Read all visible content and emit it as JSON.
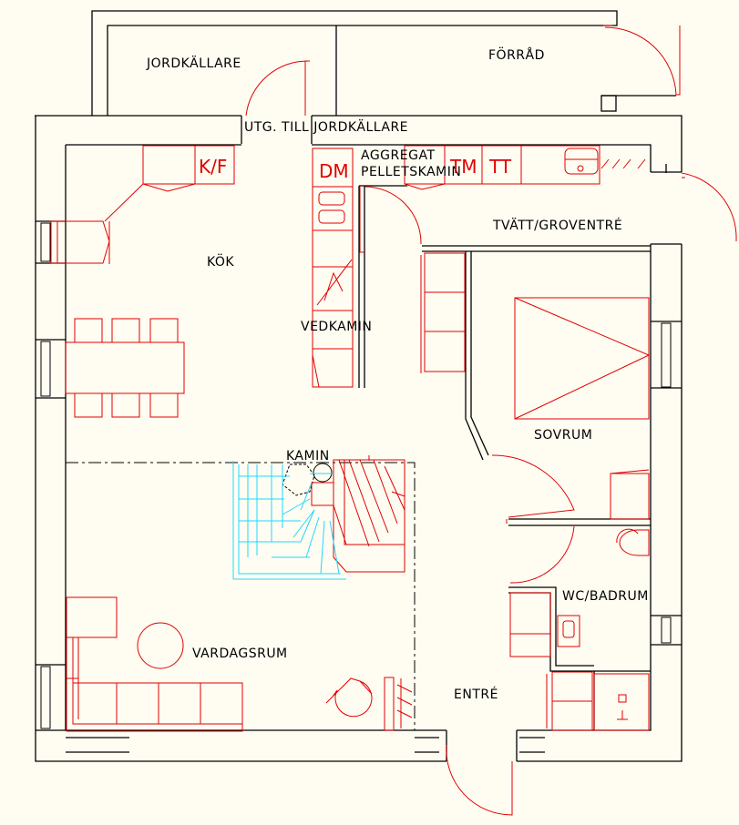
{
  "rooms": {
    "jordkallare": "JORDKÄLLARE",
    "forrad": "FÖRRÅD",
    "utg_till_jordkallare": "UTG. TILL JORDKÄLLARE",
    "aggregat": "AGGREGAT",
    "pelletskamin": "PELLETSKAMIN",
    "kok": "KÖK",
    "tvatt_groventre": "TVÄTT/GROVENTRÉ",
    "vedkamin": "VEDKAMIN",
    "sovrum": "SOVRUM",
    "kamin": "KAMIN",
    "wc_badrum": "WC/BADRUM",
    "vardagsrum": "VARDAGSRUM",
    "entre": "ENTRÉ"
  },
  "appliances": {
    "kf": "K/F",
    "dm": "DM",
    "tm": "TM",
    "tt": "TT"
  },
  "colors": {
    "background": "#fffdf2",
    "walls": "#000000",
    "furniture": "#e00000",
    "stairs": "#20d8ff"
  }
}
